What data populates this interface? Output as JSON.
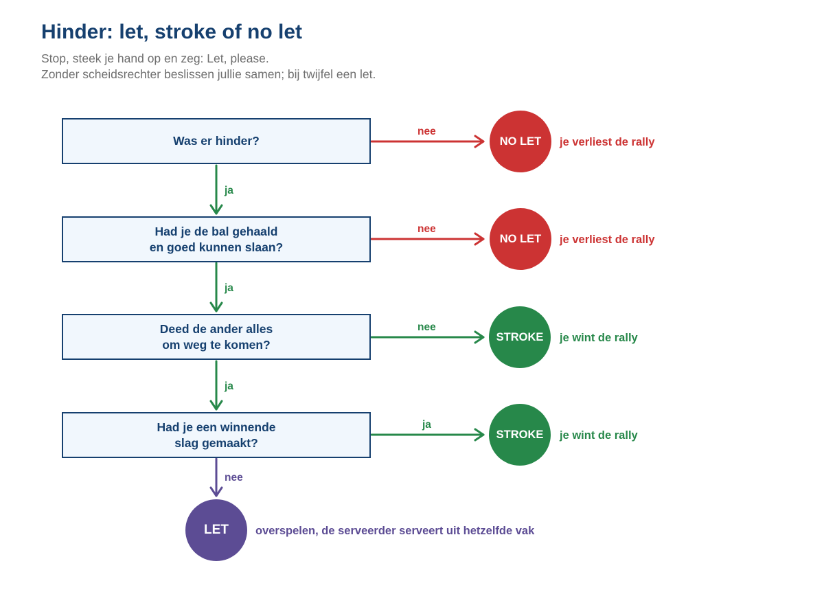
{
  "header": {
    "title": "Hinder: let, stroke of no let",
    "subtitle_line1": "Stop, steek je hand op en zeg: Let, please.",
    "subtitle_line2": "Zonder scheidsrechter beslissen jullie samen; bij twijfel een let."
  },
  "colors": {
    "navy": "#16406f",
    "red": "#cc3333",
    "green": "#27884a",
    "purple": "#5c4c94"
  },
  "questions": [
    {
      "text": "Was er hinder?"
    },
    {
      "text": "Had je de bal gehaald\nen goed kunnen slaan?"
    },
    {
      "text": "Deed de ander alles\nom weg te komen?"
    },
    {
      "text": "Had je een winnende\nslag gemaakt?"
    }
  ],
  "down_edges": [
    {
      "label": "ja"
    },
    {
      "label": "ja"
    },
    {
      "label": "ja"
    },
    {
      "label": "nee"
    }
  ],
  "branches": [
    {
      "edge_label": "nee",
      "result": "NO LET",
      "outcome": "je verliest de rally"
    },
    {
      "edge_label": "nee",
      "result": "NO LET",
      "outcome": "je verliest de rally"
    },
    {
      "edge_label": "nee",
      "result": "STROKE",
      "outcome": "je wint de rally"
    },
    {
      "edge_label": "ja",
      "result": "STROKE",
      "outcome": "je wint de rally"
    }
  ],
  "final": {
    "result": "LET",
    "outcome": "overspelen, de serveerder serveert uit hetzelfde vak"
  }
}
